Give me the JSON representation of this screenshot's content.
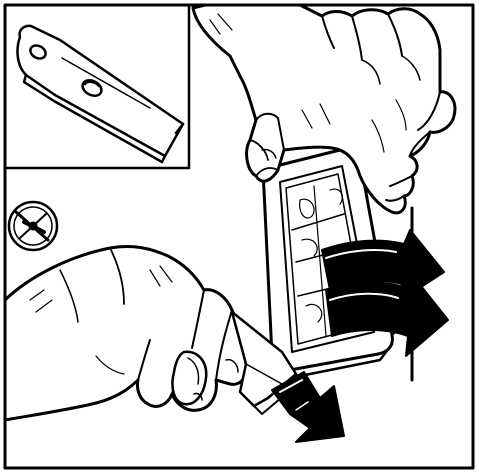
{
  "illustration": {
    "style": "black line-art instruction drawing",
    "line_color": "#000000",
    "background_color": "#ffffff",
    "inset": {
      "shows": "tool"
    },
    "scene": {
      "parts": [
        "upper-hand-gripping-filter-cartridge",
        "filter-cartridge",
        "round-fitting",
        "lower-hand-holding-tool",
        "tool-blade"
      ],
      "arrows": [
        {
          "name": "upper-arrow",
          "direction": "right"
        },
        {
          "name": "lower-arrow",
          "direction": "right"
        },
        {
          "name": "tool-arrow",
          "direction": "down-right"
        }
      ]
    }
  }
}
